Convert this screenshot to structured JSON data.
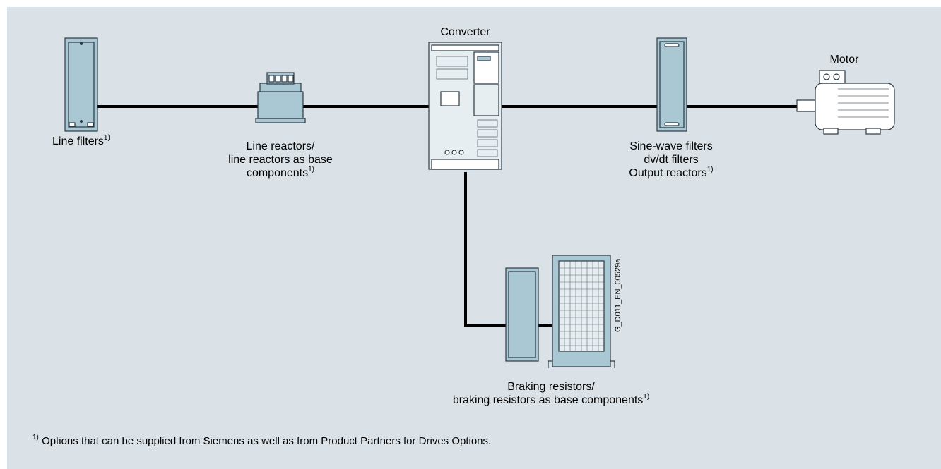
{
  "components": {
    "line_filters": {
      "label": "Line filters",
      "footnote_mark": "1)"
    },
    "line_reactors": {
      "line1": "Line reactors/",
      "line2": "line reactors as base",
      "line3": "components",
      "footnote_mark": "1)"
    },
    "converter": {
      "label": "Converter"
    },
    "output_filters": {
      "line1": "Sine-wave filters",
      "line2": "dv/dt filters",
      "line3": "Output reactors",
      "footnote_mark": "1)"
    },
    "motor": {
      "label": "Motor"
    },
    "braking": {
      "line1": "Braking resistors/",
      "line2": "braking resistors as base components",
      "footnote_mark": "1)"
    }
  },
  "drawing_code": "G_D011_EN_00529a",
  "footnote": {
    "mark": "1)",
    "text": "Options that can be supplied from Siemens as well as from Product Partners for Drives Options."
  },
  "colors": {
    "background": "#dbe2e7",
    "component_fill": "#a9c8d4",
    "outline": "#2c3a44",
    "cable": "#000000"
  }
}
